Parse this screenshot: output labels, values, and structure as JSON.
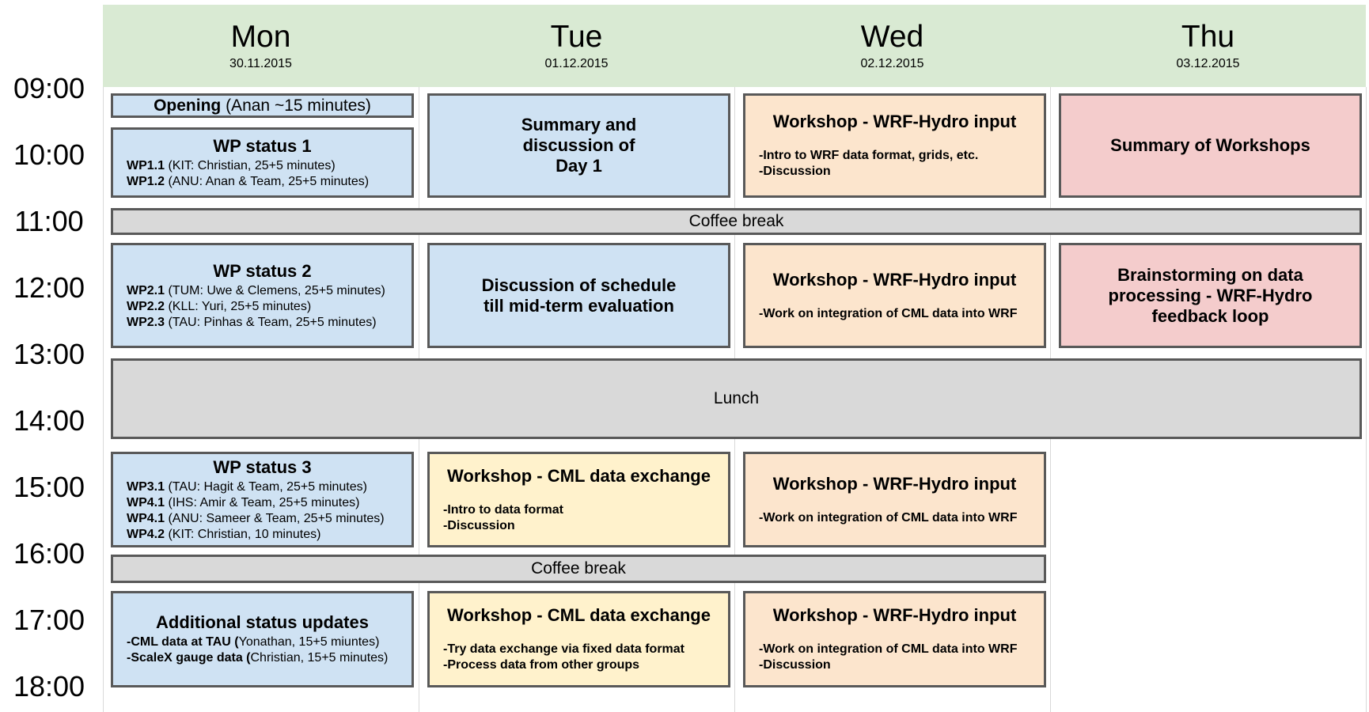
{
  "days": [
    {
      "name": "Mon",
      "date": "30.11.2015"
    },
    {
      "name": "Tue",
      "date": "01.12.2015"
    },
    {
      "name": "Wed",
      "date": "02.12.2015"
    },
    {
      "name": "Thu",
      "date": "03.12.2015"
    }
  ],
  "times": [
    "09:00",
    "10:00",
    "11:00",
    "12:00",
    "13:00",
    "14:00",
    "15:00",
    "16:00",
    "17:00",
    "18:00"
  ],
  "colors": {
    "header": "#d9ead3",
    "blue": "#cfe2f3",
    "orange": "#fce5cd",
    "red": "#f4cccc",
    "yellow": "#fff2cc",
    "gray": "#d9d9d9"
  },
  "mon": {
    "opening": {
      "strong": "Opening",
      "rest": " (Anan ~15 minutes)"
    },
    "wp1": {
      "title": "WP status 1",
      "items": [
        {
          "code": "WP1.1",
          "desc": " (KIT: Christian, 25+5 minutes)"
        },
        {
          "code": "WP1.2",
          "desc": " (ANU: Anan & Team, 25+5 minutes)"
        }
      ]
    },
    "wp2": {
      "title": "WP status 2",
      "items": [
        {
          "code": "WP2.1",
          "desc": " (TUM: Uwe & Clemens, 25+5 minutes)"
        },
        {
          "code": "WP2.2",
          "desc": " (KLL: Yuri, 25+5 minutes)"
        },
        {
          "code": "WP2.3",
          "desc": " (TAU: Pinhas & Team, 25+5 minutes)"
        }
      ]
    },
    "wp3": {
      "title": "WP status 3",
      "items": [
        {
          "code": "WP3.1",
          "desc": " (TAU: Hagit & Team, 25+5 minutes)"
        },
        {
          "code": "WP4.1",
          "desc": " (IHS: Amir  & Team, 25+5 minutes)"
        },
        {
          "code": "WP4.1",
          "desc": " (ANU: Sameer  & Team, 25+5 minutes)"
        },
        {
          "code": "WP4.2",
          "desc": " (KIT: Christian, 10 minutes)"
        }
      ]
    },
    "additional": {
      "title": "Additional status updates",
      "items": [
        {
          "code": "-CML data at TAU (",
          "desc": "Yonathan, 15+5 miuntes)"
        },
        {
          "code": "-ScaleX gauge data (",
          "desc": "Christian, 15+5 minutes)"
        }
      ]
    }
  },
  "tue": {
    "summary": "Summary and discussion of Day 1",
    "schedule": "Discussion of schedule till mid-term evaluation",
    "cml1": {
      "title": "Workshop - CML data exchange",
      "lines": [
        "-Intro to data format",
        "-Discussion"
      ]
    },
    "cml2": {
      "title": "Workshop - CML data exchange",
      "lines": [
        "-Try data exchange via fixed data format",
        "-Process data from other groups"
      ]
    }
  },
  "wed": {
    "w1": {
      "title": "Workshop - WRF-Hydro input",
      "lines": [
        "-Intro to WRF data format, grids, etc.",
        "-Discussion"
      ]
    },
    "w2": {
      "title": "Workshop - WRF-Hydro input",
      "lines": [
        "-Work on integration of CML data into WRF"
      ]
    },
    "w3": {
      "title": "Workshop - WRF-Hydro input",
      "lines": [
        "-Work on integration of CML data into WRF"
      ]
    },
    "w4": {
      "title": "Workshop - WRF-Hydro input",
      "lines": [
        "-Work on integration of CML data into WRF",
        "-Discussion"
      ]
    }
  },
  "thu": {
    "summary": "Summary of Workshops",
    "brainstorm": "Brainstorming on data processing - WRF-Hydro feedback loop"
  },
  "breaks": {
    "coffee1": "Coffee break",
    "lunch": "Lunch",
    "coffee2": "Coffee break"
  }
}
